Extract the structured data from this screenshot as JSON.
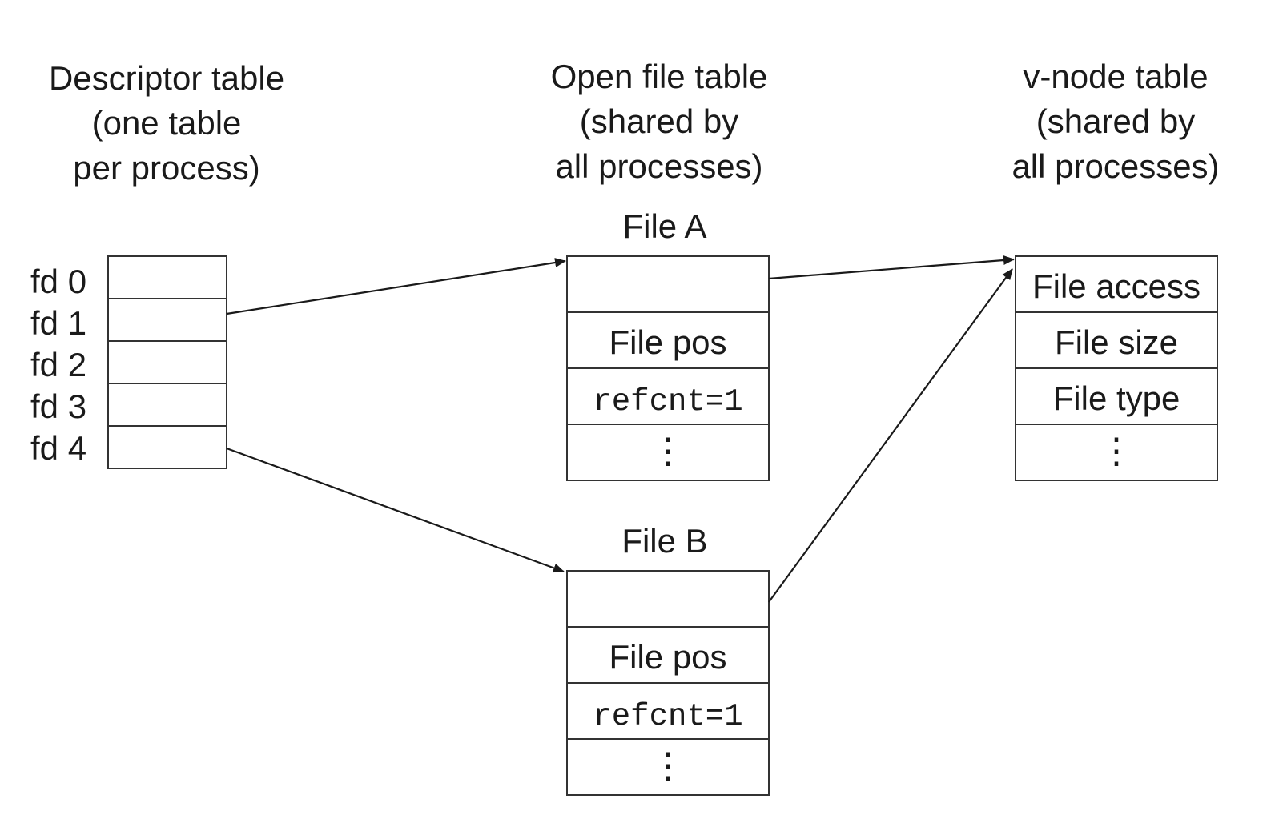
{
  "descriptor_table": {
    "heading": [
      "Descriptor table",
      "(one table",
      "per process)"
    ],
    "rows": [
      "fd 0",
      "fd 1",
      "fd 2",
      "fd 3",
      "fd 4"
    ]
  },
  "open_file_table": {
    "heading": [
      "Open file table",
      "(shared by",
      "all processes)"
    ],
    "files": [
      {
        "name": "File A",
        "rows": [
          "",
          "File pos",
          "refcnt=1",
          "⋮"
        ]
      },
      {
        "name": "File B",
        "rows": [
          "",
          "File pos",
          "refcnt=1",
          "⋮"
        ]
      }
    ]
  },
  "vnode_table": {
    "heading": [
      "v-node table",
      "(shared by",
      "all processes)"
    ],
    "rows": [
      "File access",
      "File size",
      "File type",
      "⋮"
    ]
  },
  "connections": [
    {
      "from": "fd 1",
      "to": "File A"
    },
    {
      "from": "fd 4",
      "to": "File B"
    },
    {
      "from": "File A",
      "to": "v-node table"
    },
    {
      "from": "File B",
      "to": "v-node table"
    }
  ]
}
